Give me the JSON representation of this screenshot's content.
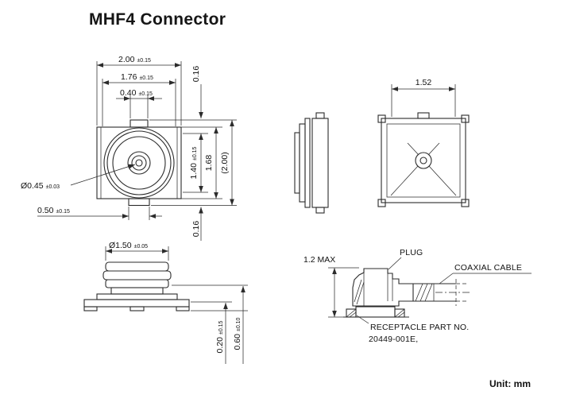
{
  "title": "MHF4 Connector",
  "unit_label": "Unit: mm",
  "colors": {
    "background": "#ffffff",
    "ink": "#2b2b2b",
    "text": "#111111"
  },
  "front_view": {
    "width_overall": "2.00",
    "width_overall_tol": "±0.15",
    "flange_width": "1.76",
    "flange_width_tol": "±0.15",
    "top_tab_width": "0.40",
    "top_tab_width_tol": "±0.15",
    "top_gap": "0.16",
    "inner_height": "1.40",
    "inner_height_tol": "±0.15",
    "body_height": "1.68",
    "overall_height_ref": "(2.00)",
    "bottom_gap": "0.16",
    "pin_diameter": "Ø0.45",
    "pin_diameter_tol": "±0.03",
    "bottom_tab_width": "0.50",
    "bottom_tab_width_tol": "±0.15"
  },
  "rear_view": {
    "body_width": "1.52"
  },
  "bottom_view": {
    "flange_diameter": "Ø1.50",
    "flange_diameter_tol": "±0.05",
    "pad_height": "0.20",
    "pad_height_tol": "±0.15",
    "mount_height": "0.60",
    "mount_height_tol": "±0.10"
  },
  "mated_view": {
    "mated_height": "1.2 MAX",
    "plug_label": "PLUG",
    "cable_label": "COAXIAL CABLE",
    "receptacle_label_line1": "RECEPTACLE PART NO.",
    "receptacle_label_line2": "20449-001E,"
  }
}
